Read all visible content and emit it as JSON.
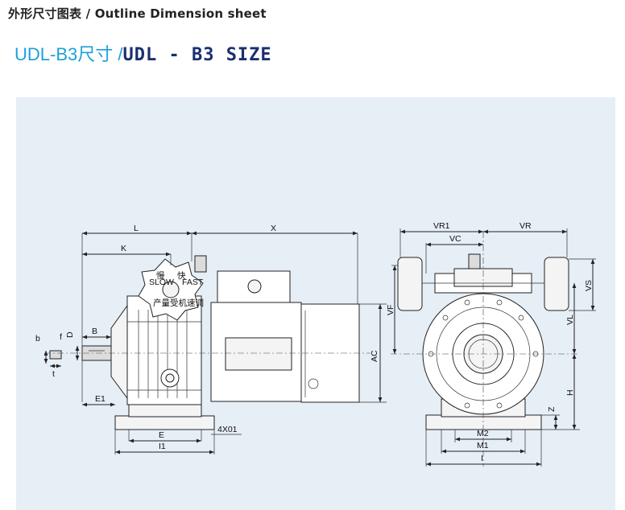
{
  "header": {
    "title": "外形尺寸图表 / Outline Dimension sheet"
  },
  "model": {
    "title_cn": "UDL-B3尺寸 /",
    "title_en": "UDL - B3 SIZE"
  },
  "colors": {
    "panel_bg": "#e6eef6",
    "title_cn": "#1ea0dc",
    "title_en": "#1a2f6e"
  },
  "knob": {
    "slow": "慢",
    "fast": "快",
    "slow_en": "SLOW",
    "fast_en": "FAST",
    "caption": "产量受机速调"
  },
  "dimensions": {
    "L": "L",
    "X": "X",
    "K": "K",
    "B": "B",
    "D": "D",
    "f": "f",
    "b": "b",
    "t": "t",
    "E1": "E1",
    "E": "E",
    "I1": "I1",
    "holes": "4X01",
    "AC": "AC",
    "VR1": "VR1",
    "VR": "VR",
    "VC": "VC",
    "VS": "VS",
    "VF": "VF",
    "VL": "VL",
    "H": "H",
    "Z": "Z",
    "M2": "M2",
    "M1": "M1",
    "I": "I"
  }
}
